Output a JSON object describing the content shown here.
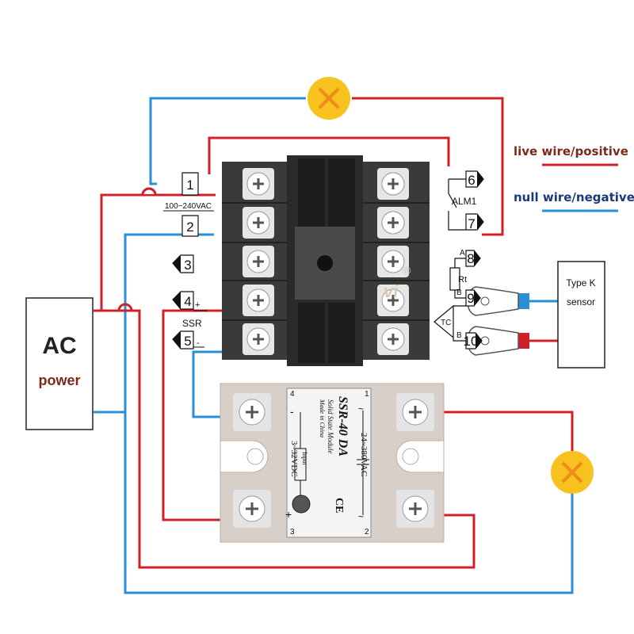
{
  "legend": {
    "live": "live wire/positive",
    "null": "null wire/negative"
  },
  "ac_source": {
    "line1": "AC",
    "line2": "power"
  },
  "sensor": {
    "line1": "Type K",
    "line2": "sensor"
  },
  "controller": {
    "supply_label": "100~240VAC",
    "alarm_label": "ALM1",
    "ssr_label": "SSR",
    "rt_label": "Rt",
    "tc_label": "TC",
    "terminals_left": [
      "1",
      "2",
      "3",
      "4",
      "5"
    ],
    "terminals_right": [
      "6",
      "7",
      "8",
      "9",
      "10"
    ],
    "pin_a": "A",
    "pin_b1": "B",
    "pin_b2": "B",
    "plus_sign": "+",
    "minus_sign": "-",
    "logo_partial": "vi",
    "reg_mark": "®"
  },
  "ssr": {
    "model": "SSR-40 DA",
    "subtitle": "Solid State Module",
    "origin": "Made in China",
    "load_voltage": "24~380VAC",
    "input_voltage": "3~32VDC",
    "input_label": "Input",
    "ce_mark": "CE",
    "pin1": "1",
    "pin2": "2",
    "pin3": "3",
    "pin4": "4",
    "minus": "-",
    "plus": "+",
    "tilde1": "~",
    "tilde2": "~"
  },
  "colors": {
    "live": "#d0202a",
    "null": "#2a8fd4",
    "lamp": "#f7c21e",
    "lamp_cross": "#f08a1a",
    "controller_body": "#3c3c3c",
    "ssr_frame": "#d8d0c8"
  }
}
